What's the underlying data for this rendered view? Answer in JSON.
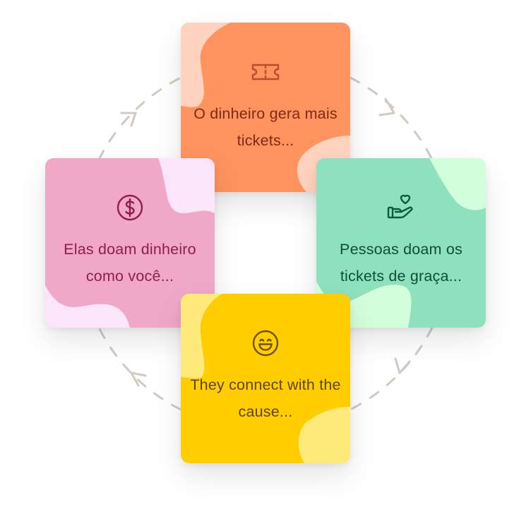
{
  "cycle": {
    "steps": [
      {
        "id": "top",
        "icon": "ticket-icon",
        "text": "O dinheiro gera mais tickets...",
        "bg": "#ff935f",
        "accent": "#ffd3bd",
        "fg": "#7a2c12"
      },
      {
        "id": "right",
        "icon": "hand-heart-icon",
        "text": "Pessoas doam os tickets de graça...",
        "bg": "#8de1bd",
        "accent": "#d3fedb",
        "fg": "#0f4d37"
      },
      {
        "id": "bottom",
        "icon": "smiley-icon",
        "text": "They connect with the cause...",
        "bg": "#ffcd00",
        "accent": "#ffe97a",
        "fg": "#5d4500"
      },
      {
        "id": "left",
        "icon": "dollar-circle-icon",
        "text": "Elas doam dinheiro como você...",
        "bg": "#f0a8c6",
        "accent": "#fae5fb",
        "fg": "#8e1d4f"
      }
    ],
    "ring_color": "#cfcbc0"
  }
}
